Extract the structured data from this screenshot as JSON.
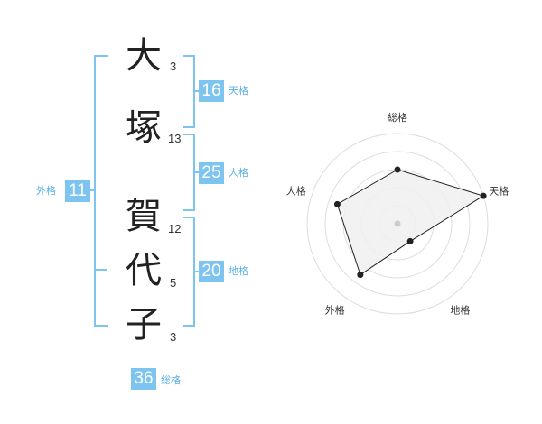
{
  "name": {
    "chars": [
      {
        "char": "大",
        "strokes": "3"
      },
      {
        "char": "塚",
        "strokes": "13"
      },
      {
        "char": "賀",
        "strokes": "12"
      },
      {
        "char": "代",
        "strokes": "5"
      },
      {
        "char": "子",
        "strokes": "3"
      }
    ]
  },
  "scores": {
    "tenkaku": {
      "value": "16",
      "label": "天格"
    },
    "jinkaku": {
      "value": "25",
      "label": "人格"
    },
    "chikaku": {
      "value": "20",
      "label": "地格"
    },
    "gaikaku": {
      "value": "11",
      "label": "外格"
    },
    "soukaku": {
      "value": "36",
      "label": "総格"
    }
  },
  "colors": {
    "accent": "#7ec4f0",
    "accent_text": "#5ab0e6",
    "radar_fill": "#f0f0f0",
    "radar_line": "#222222",
    "ring": "#dddddd"
  },
  "chart_data": {
    "type": "radar",
    "axes": [
      "総格",
      "天格",
      "地格",
      "外格",
      "人格"
    ],
    "values": [
      3.0,
      5.0,
      1.2,
      3.5,
      3.5
    ],
    "max": 5,
    "rings": 5
  }
}
